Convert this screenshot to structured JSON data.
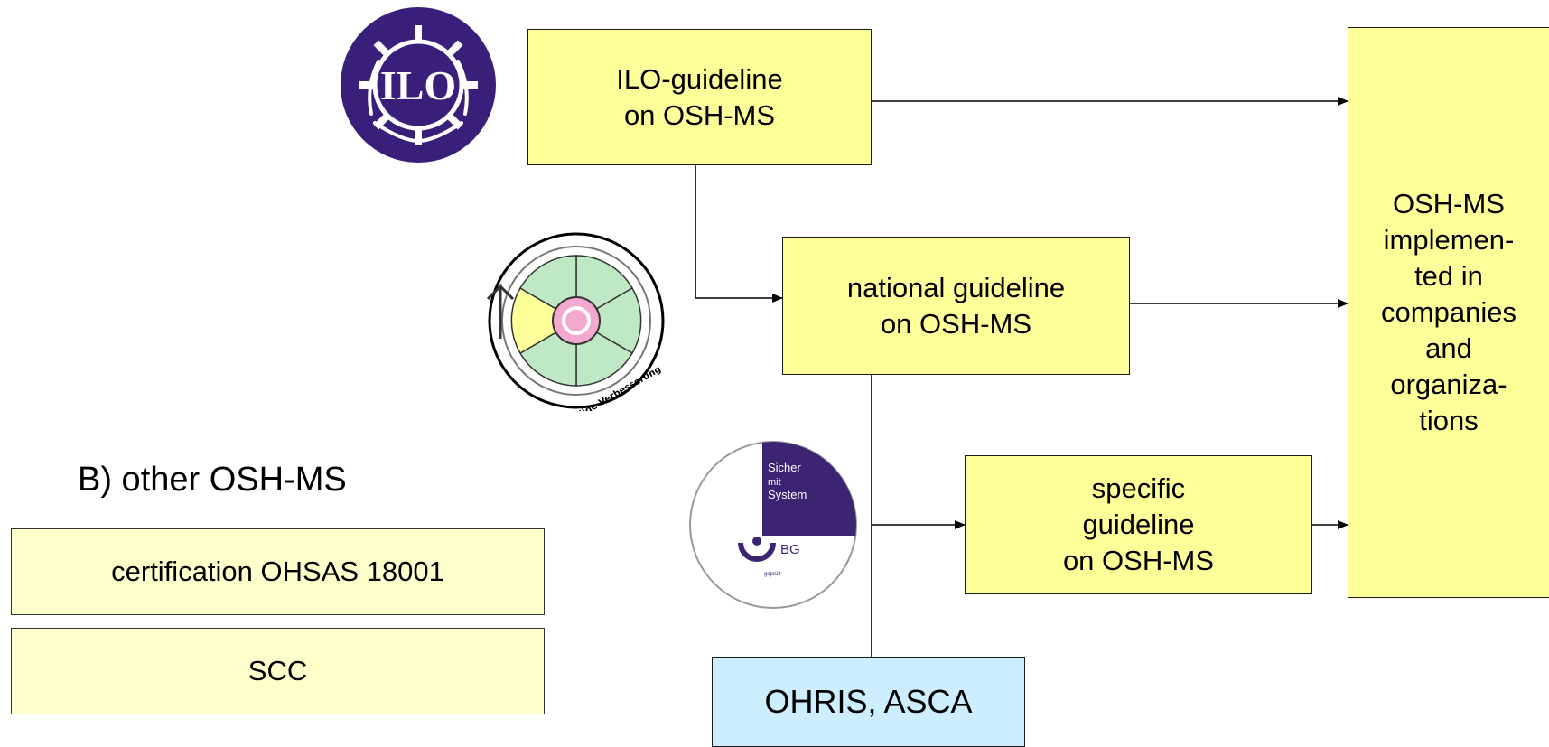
{
  "boxes": {
    "ilo": "ILO-guideline\non OSH-MS",
    "national": "national guideline\non OSH-MS",
    "specific": "specific\nguideline\non OSH-MS",
    "implemented": "OSH-MS\nimplemen-\nted in\ncompanies\nand\norganiza-\ntions",
    "ohris": "OHRIS, ASCA",
    "ohsas": "certification OHSAS 18001",
    "scc": "SCC"
  },
  "section_b": "B) other OSH-MS",
  "logos": {
    "ilo": {
      "name": "ilo-emblem",
      "text": "ILO"
    },
    "cycle": {
      "name": "continuous-improvement-cycle",
      "text": "ständige Verbesserung"
    },
    "sms": {
      "name": "sicher-mit-system-seal",
      "line1": "Sicher",
      "line2": "mit",
      "line3": "System",
      "org": "BG",
      "note": "geprüft"
    }
  },
  "colors": {
    "box_fill": "#ffff99",
    "box_fill_light": "#ffffcc",
    "ohris_fill": "#cceeff",
    "ilo_logo": "#3a1f7a",
    "sms_purple": "#3d2472",
    "cycle_green": "#bfe9c4",
    "cycle_pink": "#f3a8cf"
  }
}
